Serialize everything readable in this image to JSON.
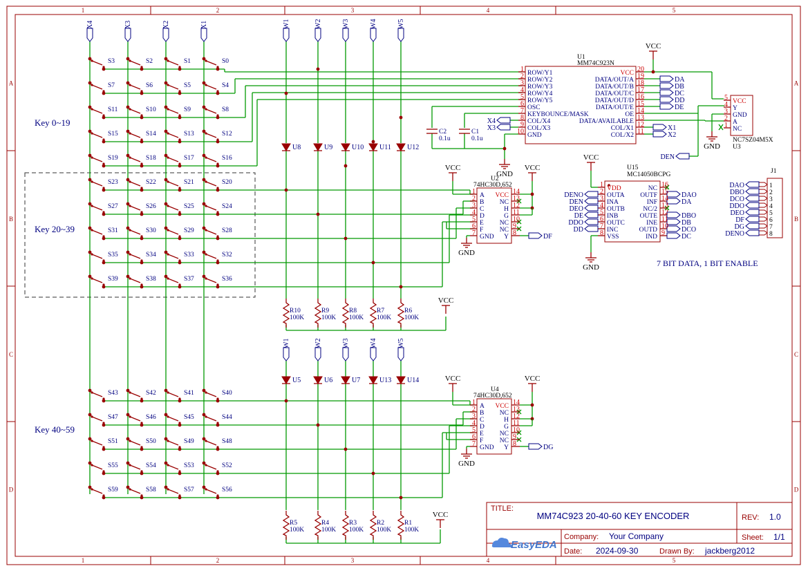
{
  "frame": {
    "columns": [
      "1",
      "2",
      "3",
      "4",
      "5"
    ],
    "rows": [
      "A",
      "B",
      "C",
      "D"
    ]
  },
  "groups": [
    {
      "label": "Key 0~19"
    },
    {
      "label": "Key 20~39"
    },
    {
      "label": "Key 40~59"
    }
  ],
  "top_switches": [
    [
      "S3",
      "S2",
      "S1",
      "S0"
    ],
    [
      "S7",
      "S6",
      "S5",
      "S4"
    ],
    [
      "S11",
      "S10",
      "S9",
      "S8"
    ],
    [
      "S15",
      "S14",
      "S13",
      "S12"
    ],
    [
      "S19",
      "S18",
      "S17",
      "S16"
    ],
    [
      "S23",
      "S22",
      "S21",
      "S20"
    ],
    [
      "S27",
      "S26",
      "S25",
      "S24"
    ],
    [
      "S31",
      "S30",
      "S29",
      "S28"
    ],
    [
      "S35",
      "S34",
      "S33",
      "S32"
    ],
    [
      "S39",
      "S38",
      "S37",
      "S36"
    ]
  ],
  "bottom_switches": [
    [
      "S43",
      "S42",
      "S41",
      "S40"
    ],
    [
      "S47",
      "S46",
      "S45",
      "S44"
    ],
    [
      "S51",
      "S50",
      "S49",
      "S48"
    ],
    [
      "S55",
      "S54",
      "S53",
      "S52"
    ],
    [
      "S59",
      "S58",
      "S57",
      "S56"
    ]
  ],
  "x_ports": [
    "X4",
    "X3",
    "X2",
    "X1"
  ],
  "w_ports": [
    "W1",
    "W2",
    "W3",
    "W4",
    "W5"
  ],
  "diodes_top": [
    "U8",
    "U9",
    "U10",
    "U11",
    "U12"
  ],
  "diodes_bottom": [
    "U5",
    "U6",
    "U7",
    "U13",
    "U14"
  ],
  "resistors_top": [
    {
      "ref": "R10",
      "value": "100K"
    },
    {
      "ref": "R9",
      "value": "100K"
    },
    {
      "ref": "R8",
      "value": "100K"
    },
    {
      "ref": "R7",
      "value": "100K"
    },
    {
      "ref": "R6",
      "value": "100K"
    }
  ],
  "resistors_bottom": [
    {
      "ref": "R5",
      "value": "100K"
    },
    {
      "ref": "R4",
      "value": "100K"
    },
    {
      "ref": "R3",
      "value": "100K"
    },
    {
      "ref": "R2",
      "value": "100K"
    },
    {
      "ref": "R1",
      "value": "100K"
    }
  ],
  "vcc": "VCC",
  "gnd": "GND",
  "u1": {
    "ref": "U1",
    "part": "MM74C923N",
    "left_pins": [
      {
        "num": "1",
        "name": "ROW/Y1"
      },
      {
        "num": "2",
        "name": "ROW/Y2"
      },
      {
        "num": "3",
        "name": "ROW/Y3"
      },
      {
        "num": "4",
        "name": "ROW/Y4"
      },
      {
        "num": "5",
        "name": "ROW/Y5"
      },
      {
        "num": "6",
        "name": "OSC"
      },
      {
        "num": "7",
        "name": "KEYBOUNCE/MASK"
      },
      {
        "num": "8",
        "name": "COL/X4"
      },
      {
        "num": "9",
        "name": "COL/X3"
      },
      {
        "num": "10",
        "name": "GND"
      }
    ],
    "right_pins": [
      {
        "num": "20",
        "name": "VCC"
      },
      {
        "num": "19",
        "name": "DATA/OUT/A"
      },
      {
        "num": "18",
        "name": "DATA/OUT/B"
      },
      {
        "num": "17",
        "name": "DATA/OUT/C"
      },
      {
        "num": "16",
        "name": "DATA/OUT/D"
      },
      {
        "num": "15",
        "name": "DATA/OUT/E"
      },
      {
        "num": "14",
        "name": "OE"
      },
      {
        "num": "13",
        "name": "DATA/AVAILABLE"
      },
      {
        "num": "12",
        "name": "COL/X1"
      },
      {
        "num": "11",
        "name": "COL/X2"
      }
    ],
    "left_ports": [
      "X4",
      "X3"
    ],
    "right_ports": [
      "DA",
      "DB",
      "DC",
      "DD",
      "DE"
    ],
    "col_ports": [
      "X1",
      "X2"
    ]
  },
  "caps": [
    {
      "ref": "C2",
      "value": "0.1u"
    },
    {
      "ref": "C1",
      "value": "0.1u"
    }
  ],
  "u3": {
    "ref": "U3",
    "part": "NC7SZ04M5X",
    "pins": [
      {
        "num": "5",
        "name": "VCC"
      },
      {
        "num": "4",
        "name": "Y"
      },
      {
        "num": "3",
        "name": "GND"
      },
      {
        "num": "2",
        "name": "A"
      },
      {
        "num": "1",
        "name": "NC"
      }
    ]
  },
  "den_port": "DEN",
  "u2": {
    "ref": "U2",
    "part": "74HC30D,652",
    "left_pins": [
      {
        "num": "1",
        "name": "A"
      },
      {
        "num": "2",
        "name": "B"
      },
      {
        "num": "3",
        "name": "C"
      },
      {
        "num": "4",
        "name": "D"
      },
      {
        "num": "5",
        "name": "E"
      },
      {
        "num": "6",
        "name": "F"
      },
      {
        "num": "7",
        "name": "GND"
      }
    ],
    "right_pins": [
      {
        "num": "14",
        "name": "VCC"
      },
      {
        "num": "13",
        "name": "NC"
      },
      {
        "num": "12",
        "name": "H"
      },
      {
        "num": "11",
        "name": "G"
      },
      {
        "num": "10",
        "name": "NC"
      },
      {
        "num": "9",
        "name": "NC"
      },
      {
        "num": "8",
        "name": "Y"
      }
    ],
    "out_port": "DF"
  },
  "u4": {
    "ref": "U4",
    "part": "74HC30D,652",
    "left_pins": [
      {
        "num": "1",
        "name": "A"
      },
      {
        "num": "2",
        "name": "B"
      },
      {
        "num": "3",
        "name": "C"
      },
      {
        "num": "4",
        "name": "D"
      },
      {
        "num": "5",
        "name": "E"
      },
      {
        "num": "6",
        "name": "F"
      },
      {
        "num": "7",
        "name": "GND"
      }
    ],
    "right_pins": [
      {
        "num": "14",
        "name": "VCC"
      },
      {
        "num": "13",
        "name": "NC"
      },
      {
        "num": "12",
        "name": "H"
      },
      {
        "num": "11",
        "name": "G"
      },
      {
        "num": "10",
        "name": "NC"
      },
      {
        "num": "9",
        "name": "NC"
      },
      {
        "num": "8",
        "name": "Y"
      }
    ],
    "out_port": "DG"
  },
  "u15": {
    "ref": "U15",
    "part": "MC14050BCPG",
    "left_pins": [
      {
        "num": "1",
        "name": "VDD"
      },
      {
        "num": "2",
        "name": "OUTA"
      },
      {
        "num": "3",
        "name": "INA"
      },
      {
        "num": "4",
        "name": "OUTB"
      },
      {
        "num": "5",
        "name": "INB"
      },
      {
        "num": "6",
        "name": "OUTC"
      },
      {
        "num": "7",
        "name": "INC"
      },
      {
        "num": "8",
        "name": "VSS"
      }
    ],
    "right_pins": [
      {
        "num": "16",
        "name": "NC"
      },
      {
        "num": "15",
        "name": "OUTF"
      },
      {
        "num": "14",
        "name": "INF"
      },
      {
        "num": "13",
        "name": "NC/2"
      },
      {
        "num": "12",
        "name": "OUTE"
      },
      {
        "num": "11",
        "name": "INE"
      },
      {
        "num": "10",
        "name": "OUTD"
      },
      {
        "num": "9",
        "name": "IND"
      }
    ],
    "left_ports": [
      "DENO",
      "DEN",
      "DEO",
      "DE",
      "DDO",
      "DD"
    ],
    "right_ports": [
      "DAO",
      "DA",
      "DBO",
      "DB",
      "DCO",
      "DC"
    ]
  },
  "j1": {
    "ref": "J1",
    "pins": [
      "1",
      "2",
      "3",
      "4",
      "5",
      "6",
      "7",
      "8"
    ],
    "ports": [
      "DAO",
      "DBO",
      "DCO",
      "DDO",
      "DEO",
      "DF",
      "DG",
      "DENO"
    ]
  },
  "note": "7 BIT DATA, 1 BIT ENABLE",
  "title_block": {
    "title_label": "TITLE:",
    "title": "MM74C923 20-40-60 KEY ENCODER",
    "rev_label": "REV:",
    "rev": "1.0",
    "company_label": "Company:",
    "company": "Your Company",
    "sheet_label": "Sheet:",
    "sheet": "1/1",
    "date_label": "Date:",
    "date": "2024-09-30",
    "drawn_label": "Drawn By:",
    "drawn": "jackberg2012",
    "logo": "EasyEDA",
    "colors": {
      "wire": "#009900",
      "part": "#990000",
      "label": "#000080",
      "pin": "#cc0000"
    }
  }
}
